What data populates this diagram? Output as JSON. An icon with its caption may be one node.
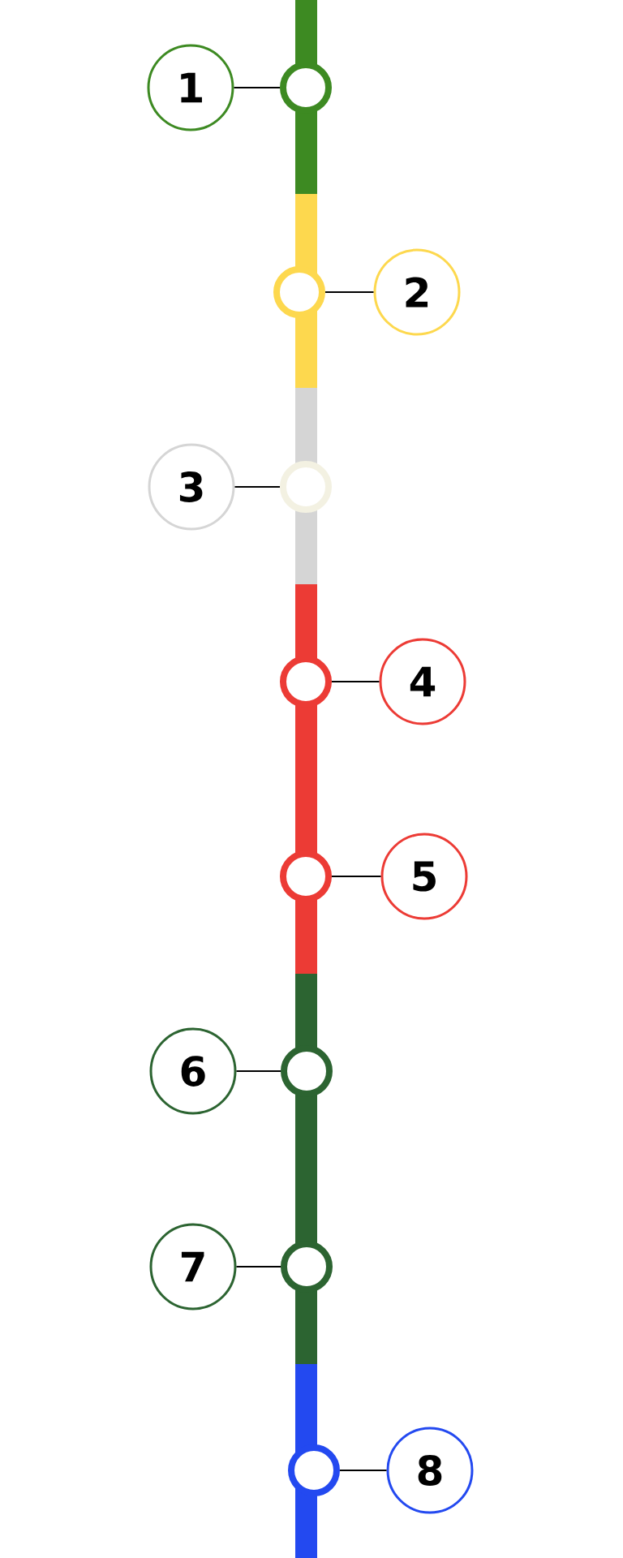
{
  "diagram": {
    "nodes": [
      {
        "text": [
          "1"
        ]
      },
      {
        "text": [],
        "shape": "circle"
      },
      {
        "text": [],
        "shape": "circle"
      },
      {
        "text": [
          "2"
        ]
      },
      {
        "text": [
          "3"
        ]
      },
      {
        "text": [],
        "shape": "circle"
      },
      {
        "text": [],
        "shape": "circle"
      },
      {
        "text": [
          "4"
        ]
      },
      {
        "text": [],
        "shape": "circle"
      },
      {
        "text": [
          "5"
        ]
      },
      {
        "text": [
          "6"
        ]
      },
      {
        "text": [],
        "shape": "circle"
      },
      {
        "text": [
          "7"
        ]
      },
      {
        "text": [],
        "shape": "circle"
      },
      {
        "text": [],
        "shape": "circle"
      },
      {
        "text": [
          "8"
        ]
      }
    ],
    "edges": [
      {
        "from": 0,
        "to": 1,
        "arrow": "none"
      },
      {
        "from": 3,
        "to": 2,
        "arrow": "none"
      },
      {
        "from": 4,
        "to": 5,
        "arrow": "none"
      },
      {
        "from": 7,
        "to": 6,
        "arrow": "none"
      },
      {
        "from": 9,
        "to": 8,
        "arrow": "none"
      },
      {
        "from": 10,
        "to": 11,
        "arrow": "none"
      },
      {
        "from": 12,
        "to": 13,
        "arrow": "none"
      },
      {
        "from": 15,
        "to": 14,
        "arrow": "none"
      }
    ]
  }
}
